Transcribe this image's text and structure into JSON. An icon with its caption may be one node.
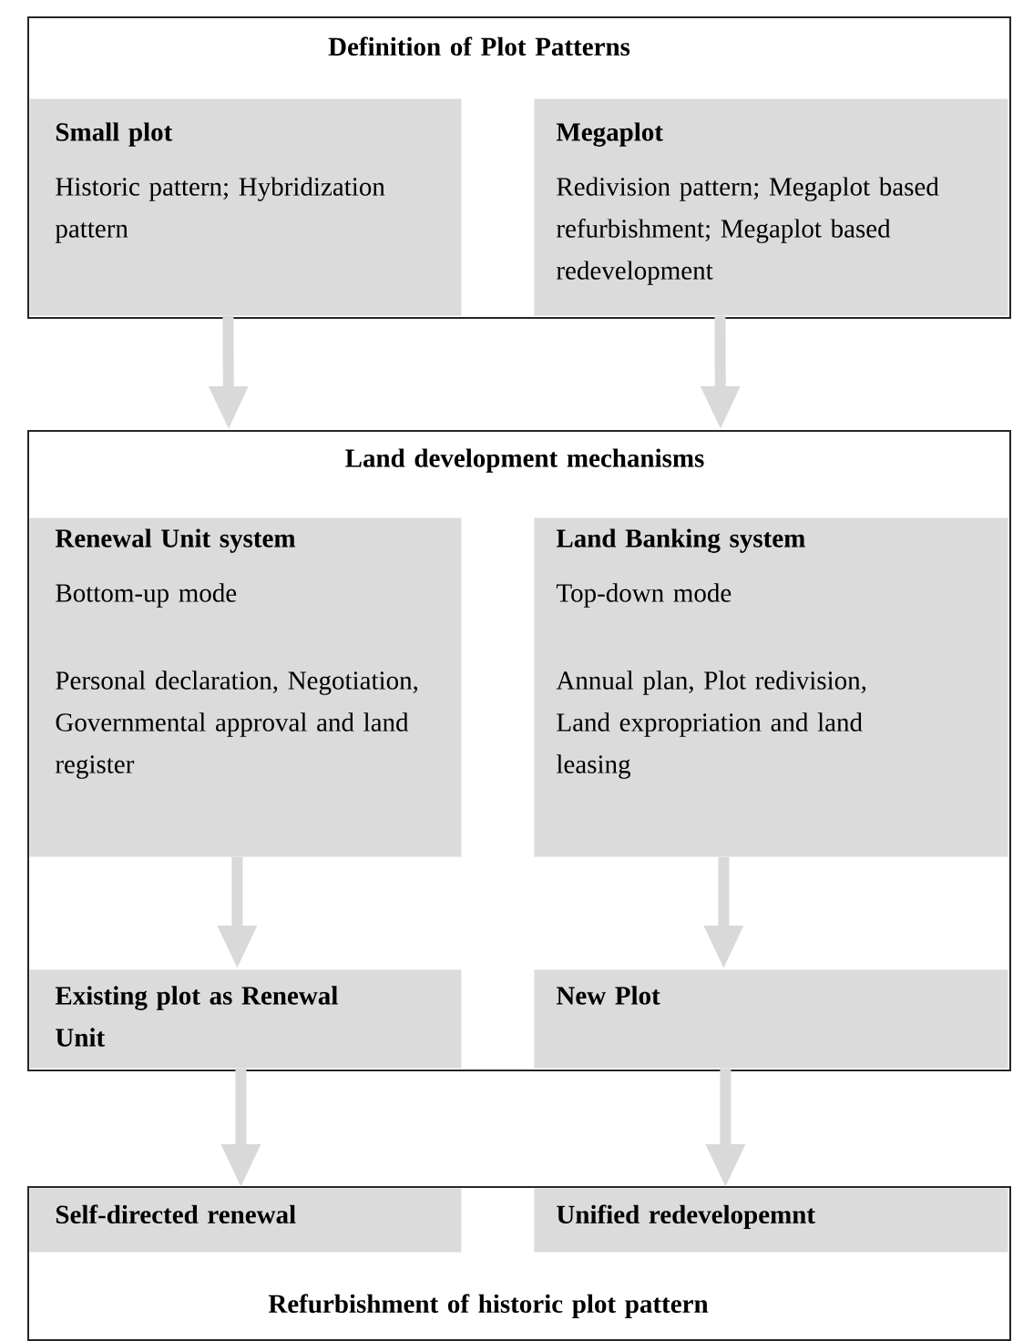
{
  "diagram": {
    "nodes": [
      {
        "text": [
          "Definition of Plot Patterns"
        ]
      },
      {
        "text": [
          "Small plot",
          "Historic pattern; Hybridization pattern"
        ],
        "in": 0
      },
      {
        "text": [
          "Megaplot",
          "Redivision pattern; Megaplot based refurbishment; Megaplot based redevelopment"
        ],
        "in": 0
      },
      {
        "text": [
          "Land development mechanisms"
        ]
      },
      {
        "text": [
          "Renewal Unit system",
          "Bottom-up mode",
          "Personal declaration, Negotiation, Governmental approval and land register"
        ],
        "in": 3
      },
      {
        "text": [
          "Land Banking system",
          "Top-down mode",
          "Annual plan, Plot redivision, Land expropriation and land leasing"
        ],
        "in": 3
      },
      {
        "text": [
          "Existing plot as Renewal Unit"
        ],
        "in": 3
      },
      {
        "text": [
          "New Plot"
        ],
        "in": 3
      },
      {
        "text": [
          "Refurbishment of historic plot pattern"
        ]
      },
      {
        "text": [
          "Self-directed renewal"
        ],
        "in": 8
      },
      {
        "text": [
          "Unified redevelopemnt"
        ],
        "in": 8
      }
    ],
    "edges": [
      {
        "from": 1,
        "to": 3,
        "arrow": "to"
      },
      {
        "from": 2,
        "to": 3,
        "arrow": "to"
      },
      {
        "from": 4,
        "to": 6,
        "arrow": "to"
      },
      {
        "from": 5,
        "to": 7,
        "arrow": "to"
      },
      {
        "from": 6,
        "to": 9,
        "arrow": "to"
      },
      {
        "from": 7,
        "to": 10,
        "arrow": "to"
      }
    ]
  }
}
